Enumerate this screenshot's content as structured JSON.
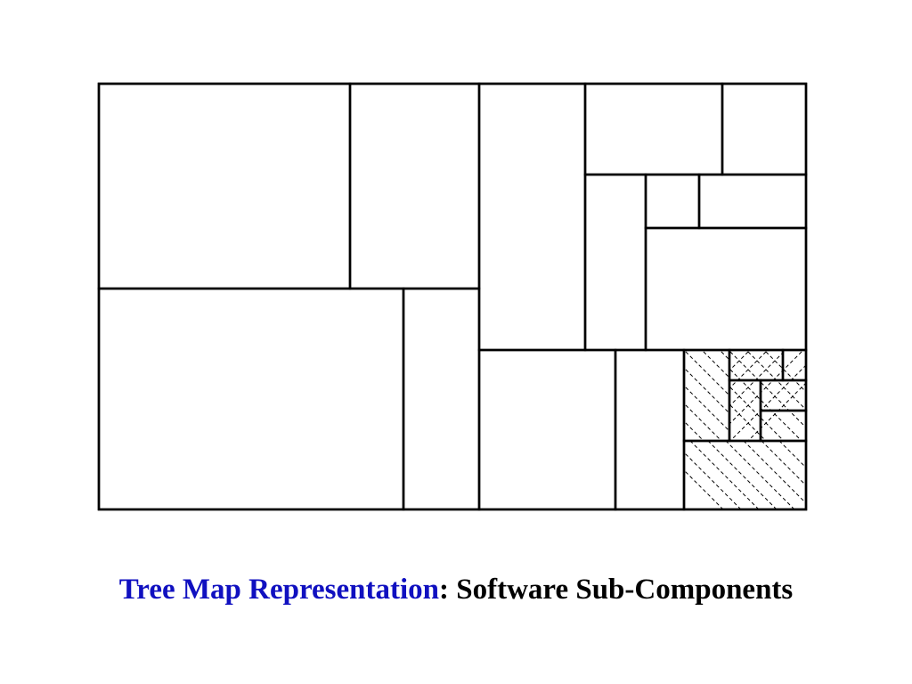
{
  "caption": {
    "title": "Tree Map Representation",
    "rest": ": Software Sub-Components",
    "title_color": "#1010c0",
    "rest_color": "#000000"
  },
  "treemap": {
    "stroke_color": "#000000",
    "hatch_color": "#000000",
    "hatched_region": "bottom-right",
    "hatch_style": "dashed diagonal"
  }
}
